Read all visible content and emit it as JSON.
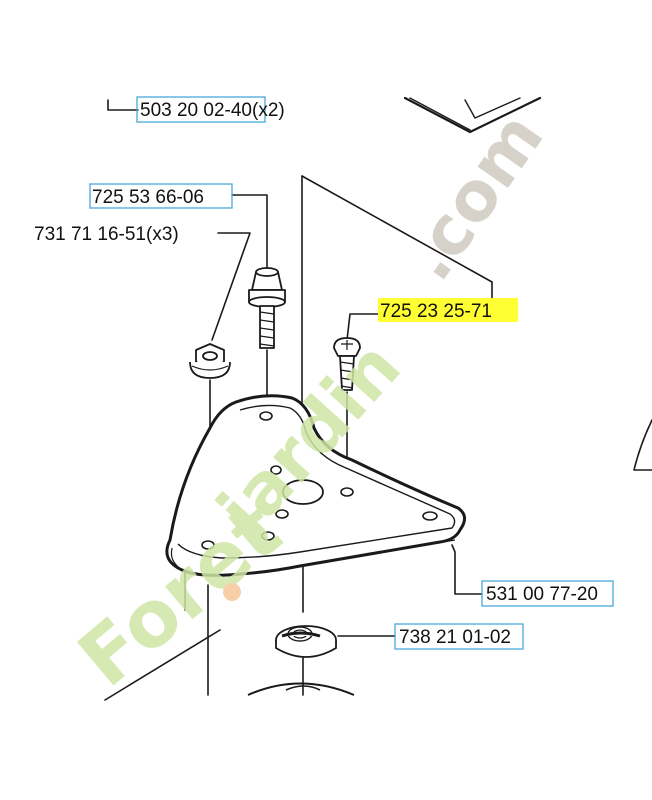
{
  "colors": {
    "line": "#1a1a1a",
    "callout_box": "#4aa9d9",
    "highlight": "#ffff33",
    "watermark_green": "#cfe6a6",
    "watermark_orange": "#f6c89a",
    "watermark_grey": "#cfcac0"
  },
  "parts": [
    {
      "id": "p1",
      "number": "503 20 02-40",
      "qty": "(x2)",
      "highlighted": false,
      "boxed": true
    },
    {
      "id": "p2",
      "number": "725 53 66-06",
      "qty": "",
      "highlighted": false,
      "boxed": true
    },
    {
      "id": "p3",
      "number": "731 71 16-51",
      "qty": "(x3)",
      "highlighted": false,
      "boxed": false
    },
    {
      "id": "p4",
      "number": "725 23 25-71",
      "qty": "",
      "highlighted": true,
      "boxed": false
    },
    {
      "id": "p5",
      "number": "531 00 77-20",
      "qty": "",
      "highlighted": false,
      "boxed": true
    },
    {
      "id": "p6",
      "number": "738 21 01-02",
      "qty": "",
      "highlighted": false,
      "boxed": true
    }
  ],
  "watermark": {
    "part1": "Foret",
    "part2": "jardin",
    "part3": ".com"
  }
}
